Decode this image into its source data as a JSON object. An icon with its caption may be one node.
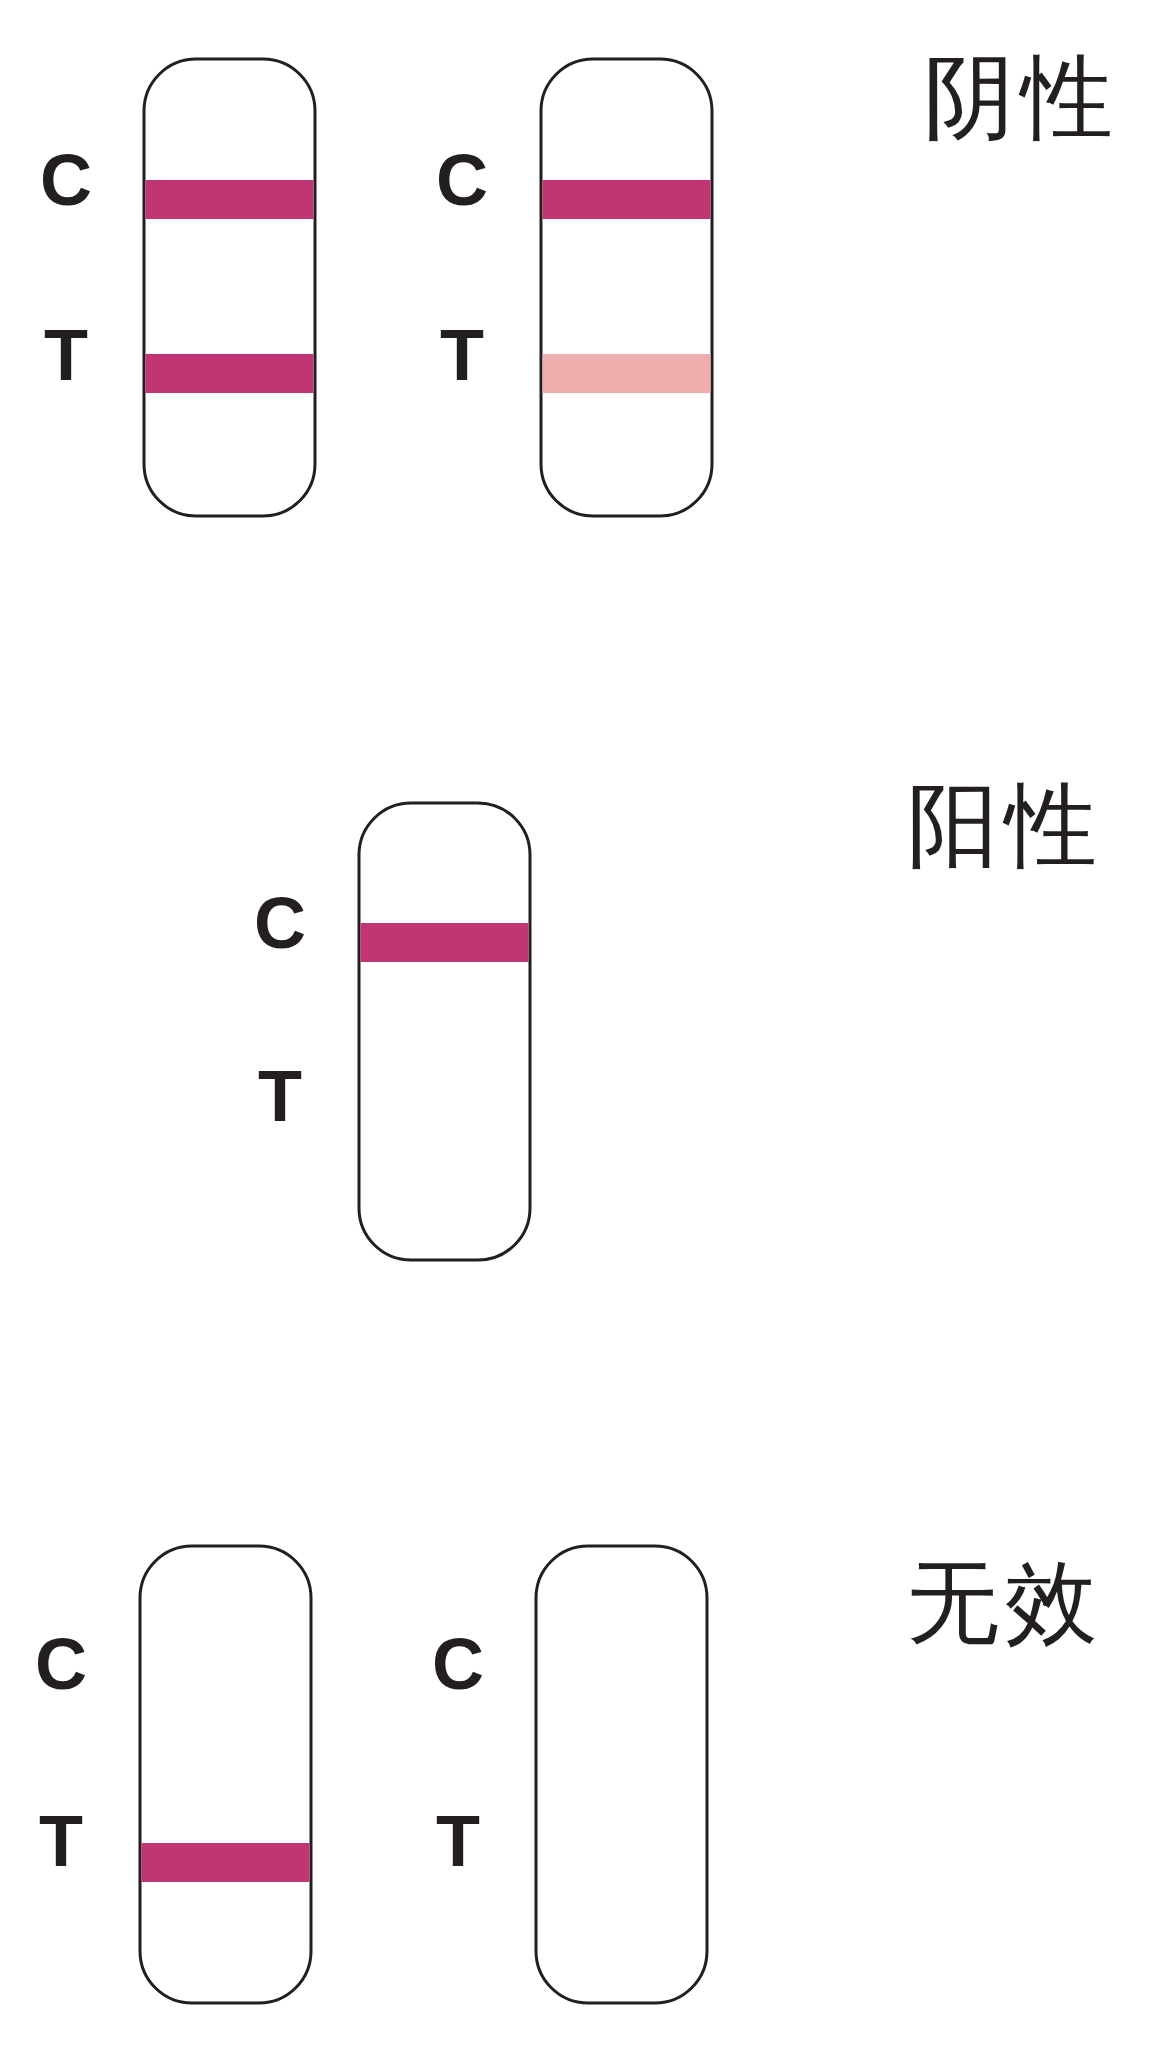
{
  "diagram": {
    "labels": [
      "阴性",
      "C",
      "C",
      "T",
      "T",
      "阳性",
      "C",
      "T",
      "无效",
      "C",
      "C",
      "T",
      "T"
    ]
  }
}
